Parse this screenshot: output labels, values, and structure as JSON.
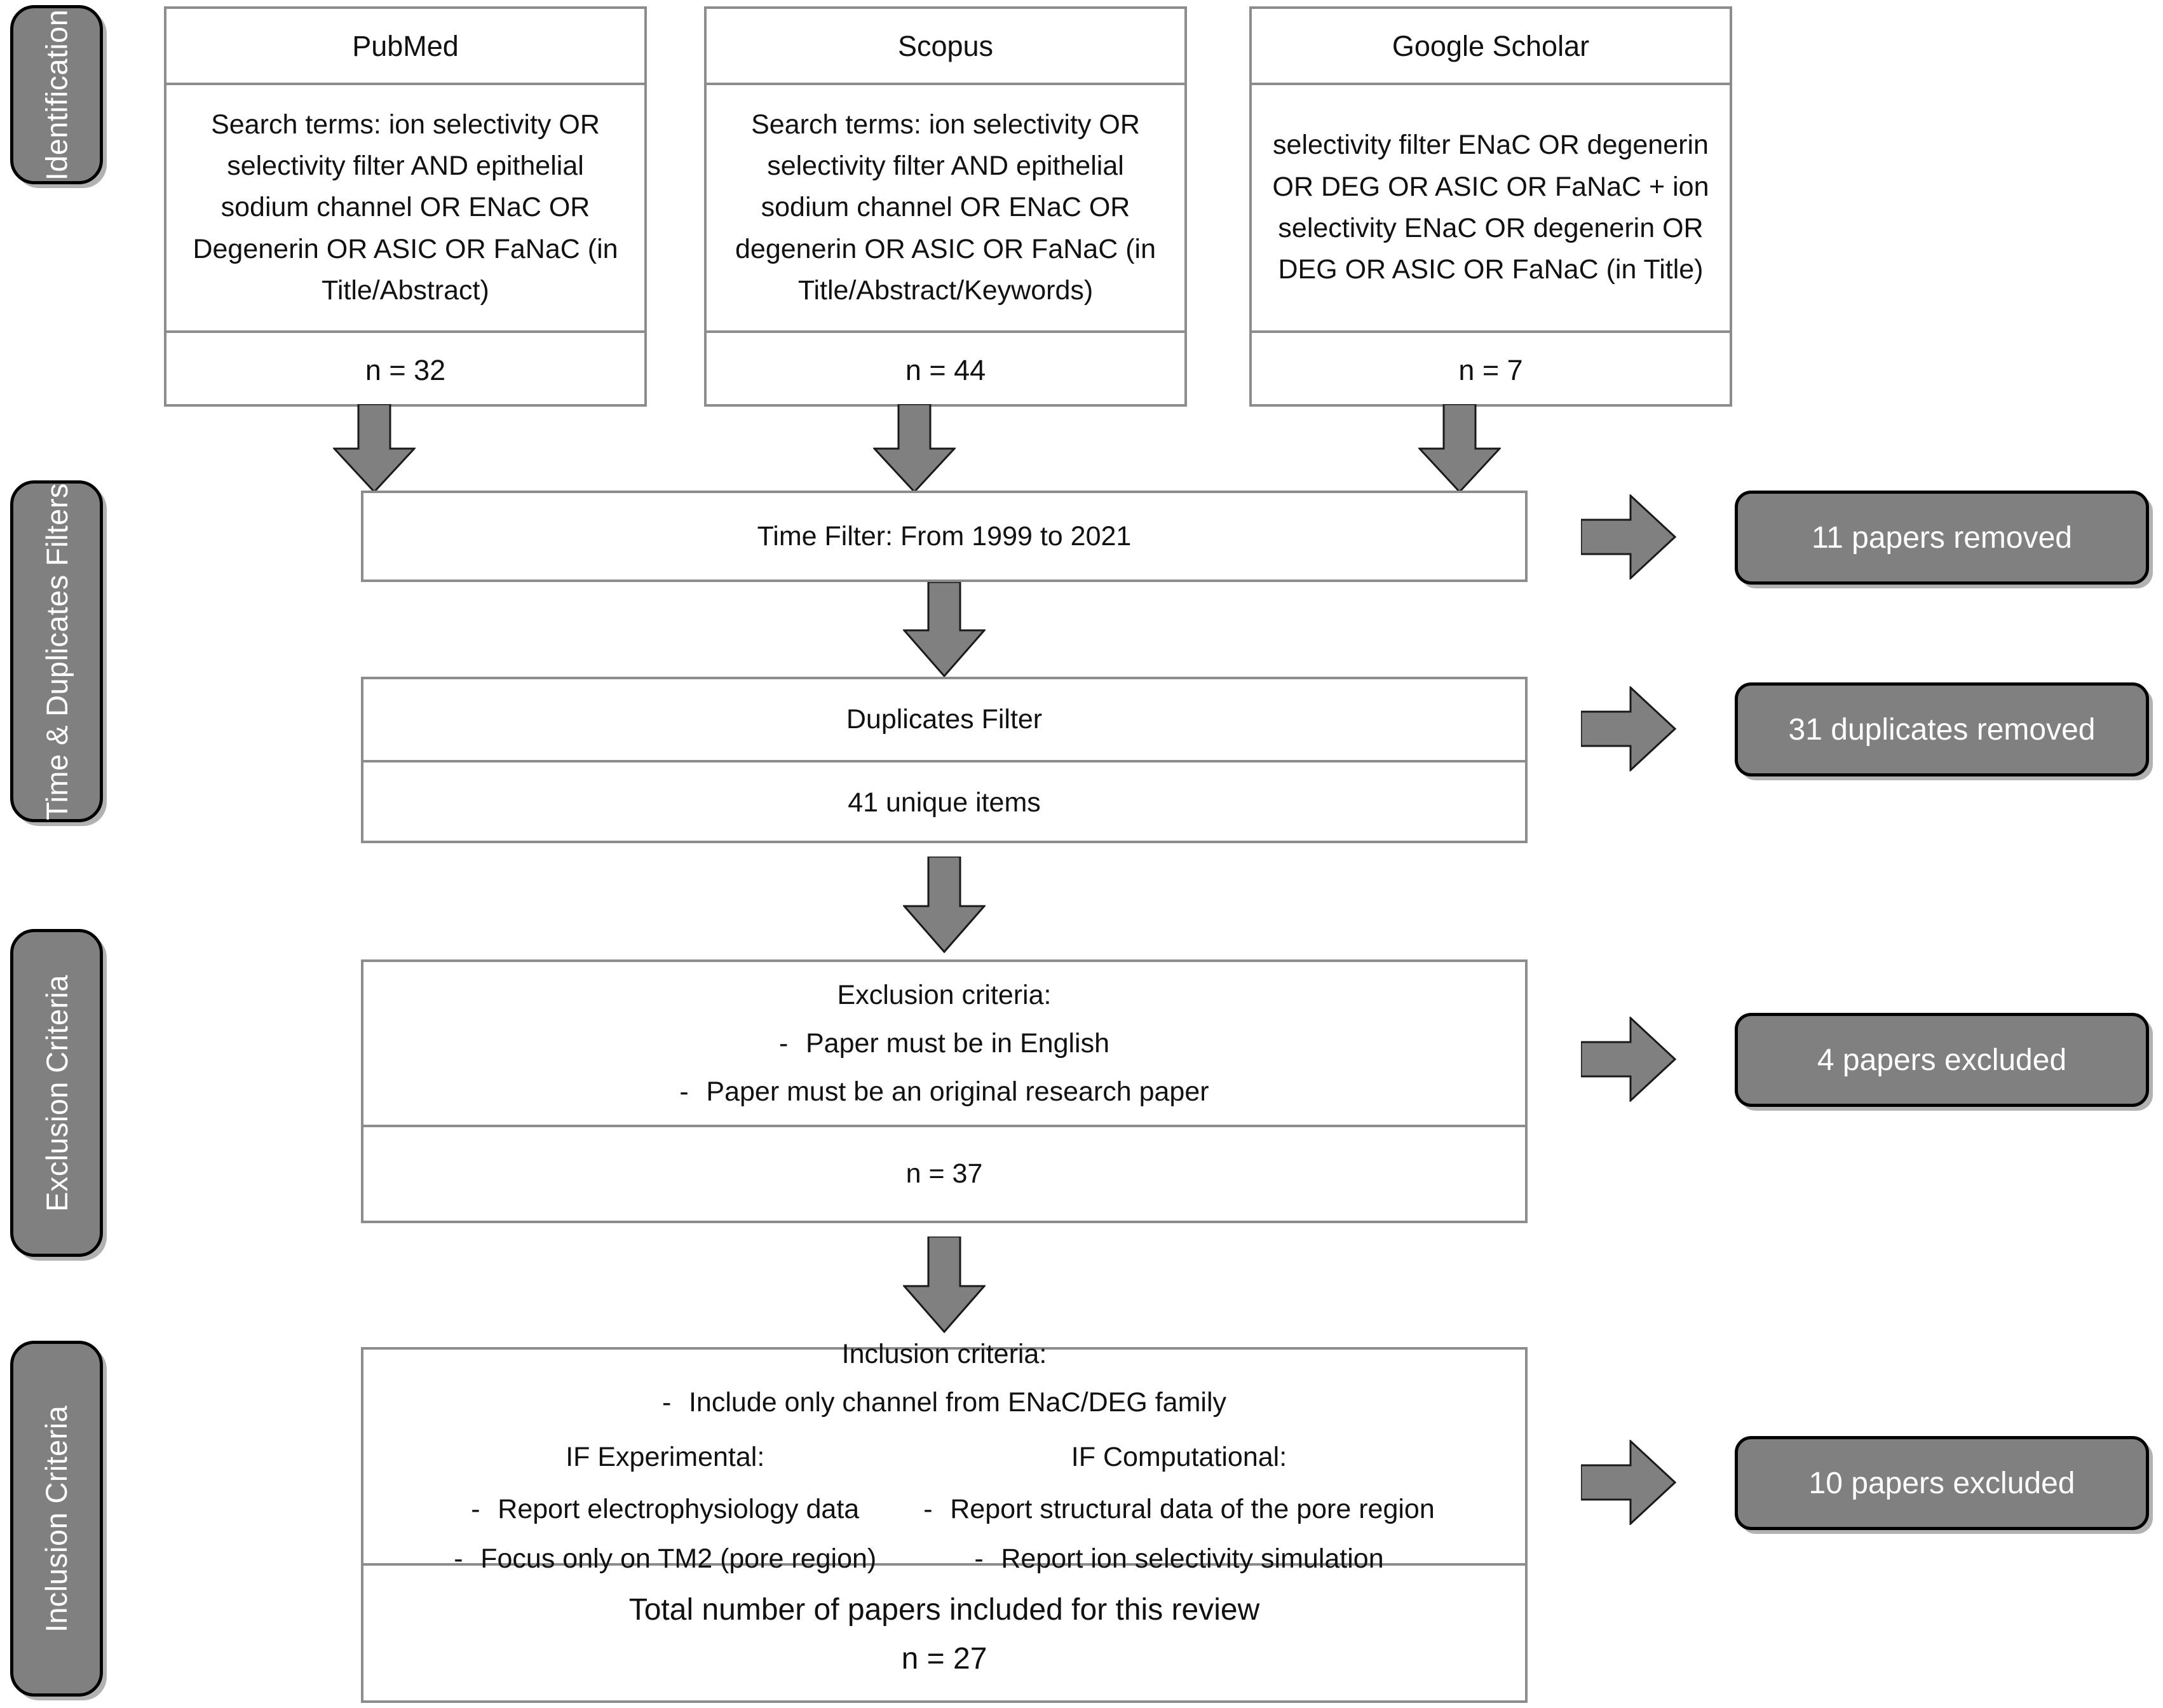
{
  "diagram": {
    "title": "PRISMA literature search flow diagram",
    "colors": {
      "stage_bar_fill": "#808080",
      "stage_bar_border": "#000000",
      "stage_bar_text": "#ffffff",
      "box_border": "#8c8c8c",
      "box_fill": "#ffffff",
      "arrow_fill": "#808080",
      "arrow_stroke": "#1a1a1a",
      "pill_fill": "#808080",
      "pill_text": "#ffffff"
    }
  },
  "stages": [
    {
      "label": "Identification"
    },
    {
      "label": "Time & Duplicates Filters"
    },
    {
      "label": "Exclusion Criteria"
    },
    {
      "label": "Inclusion Criteria"
    }
  ],
  "sources": [
    {
      "name": "PubMed",
      "terms": "Search terms: ion selectivity OR selectivity filter AND epithelial sodium channel OR ENaC OR Degenerin OR ASIC OR FaNaC (in Title/Abstract)",
      "count": "n = 32"
    },
    {
      "name": "Scopus",
      "terms": "Search terms: ion selectivity OR selectivity filter AND epithelial sodium channel OR ENaC OR degenerin OR ASIC OR FaNaC (in Title/Abstract/Keywords)",
      "count": "n = 44"
    },
    {
      "name": "Google Scholar",
      "terms": "selectivity filter ENaC OR degenerin OR DEG OR ASIC OR FaNaC + ion selectivity ENaC OR degenerin OR DEG OR ASIC OR FaNaC (in Title)",
      "count": "n = 7"
    }
  ],
  "time_filter": {
    "label": "Time Filter: From 1999 to 2021",
    "removed_pill": "11 papers removed"
  },
  "duplicates_filter": {
    "label": "Duplicates Filter",
    "unique": "41 unique items",
    "removed_pill": "31 duplicates removed"
  },
  "exclusion": {
    "heading": "Exclusion criteria:",
    "bullets": [
      "Paper must be in English",
      "Paper must be an original research paper"
    ],
    "count": "n = 37",
    "excluded_pill": "4 papers excluded"
  },
  "inclusion": {
    "heading": "Inclusion criteria:",
    "main_bullet": "Include only channel from ENaC/DEG family",
    "experimental_head": "IF Experimental:",
    "experimental_bullets": [
      "Report electrophysiology data",
      "Focus only on TM2 (pore region)"
    ],
    "computational_head": "IF Computational:",
    "computational_bullets": [
      "Report structural data of the pore region",
      "Report ion selectivity simulation"
    ],
    "total_label": "Total number of papers included for this review",
    "total_count": "n = 27",
    "excluded_pill": "10 papers excluded"
  },
  "icons": {
    "down_arrow": "arrow-down-icon",
    "right_arrow": "arrow-right-icon",
    "bullet_dash": "-"
  }
}
